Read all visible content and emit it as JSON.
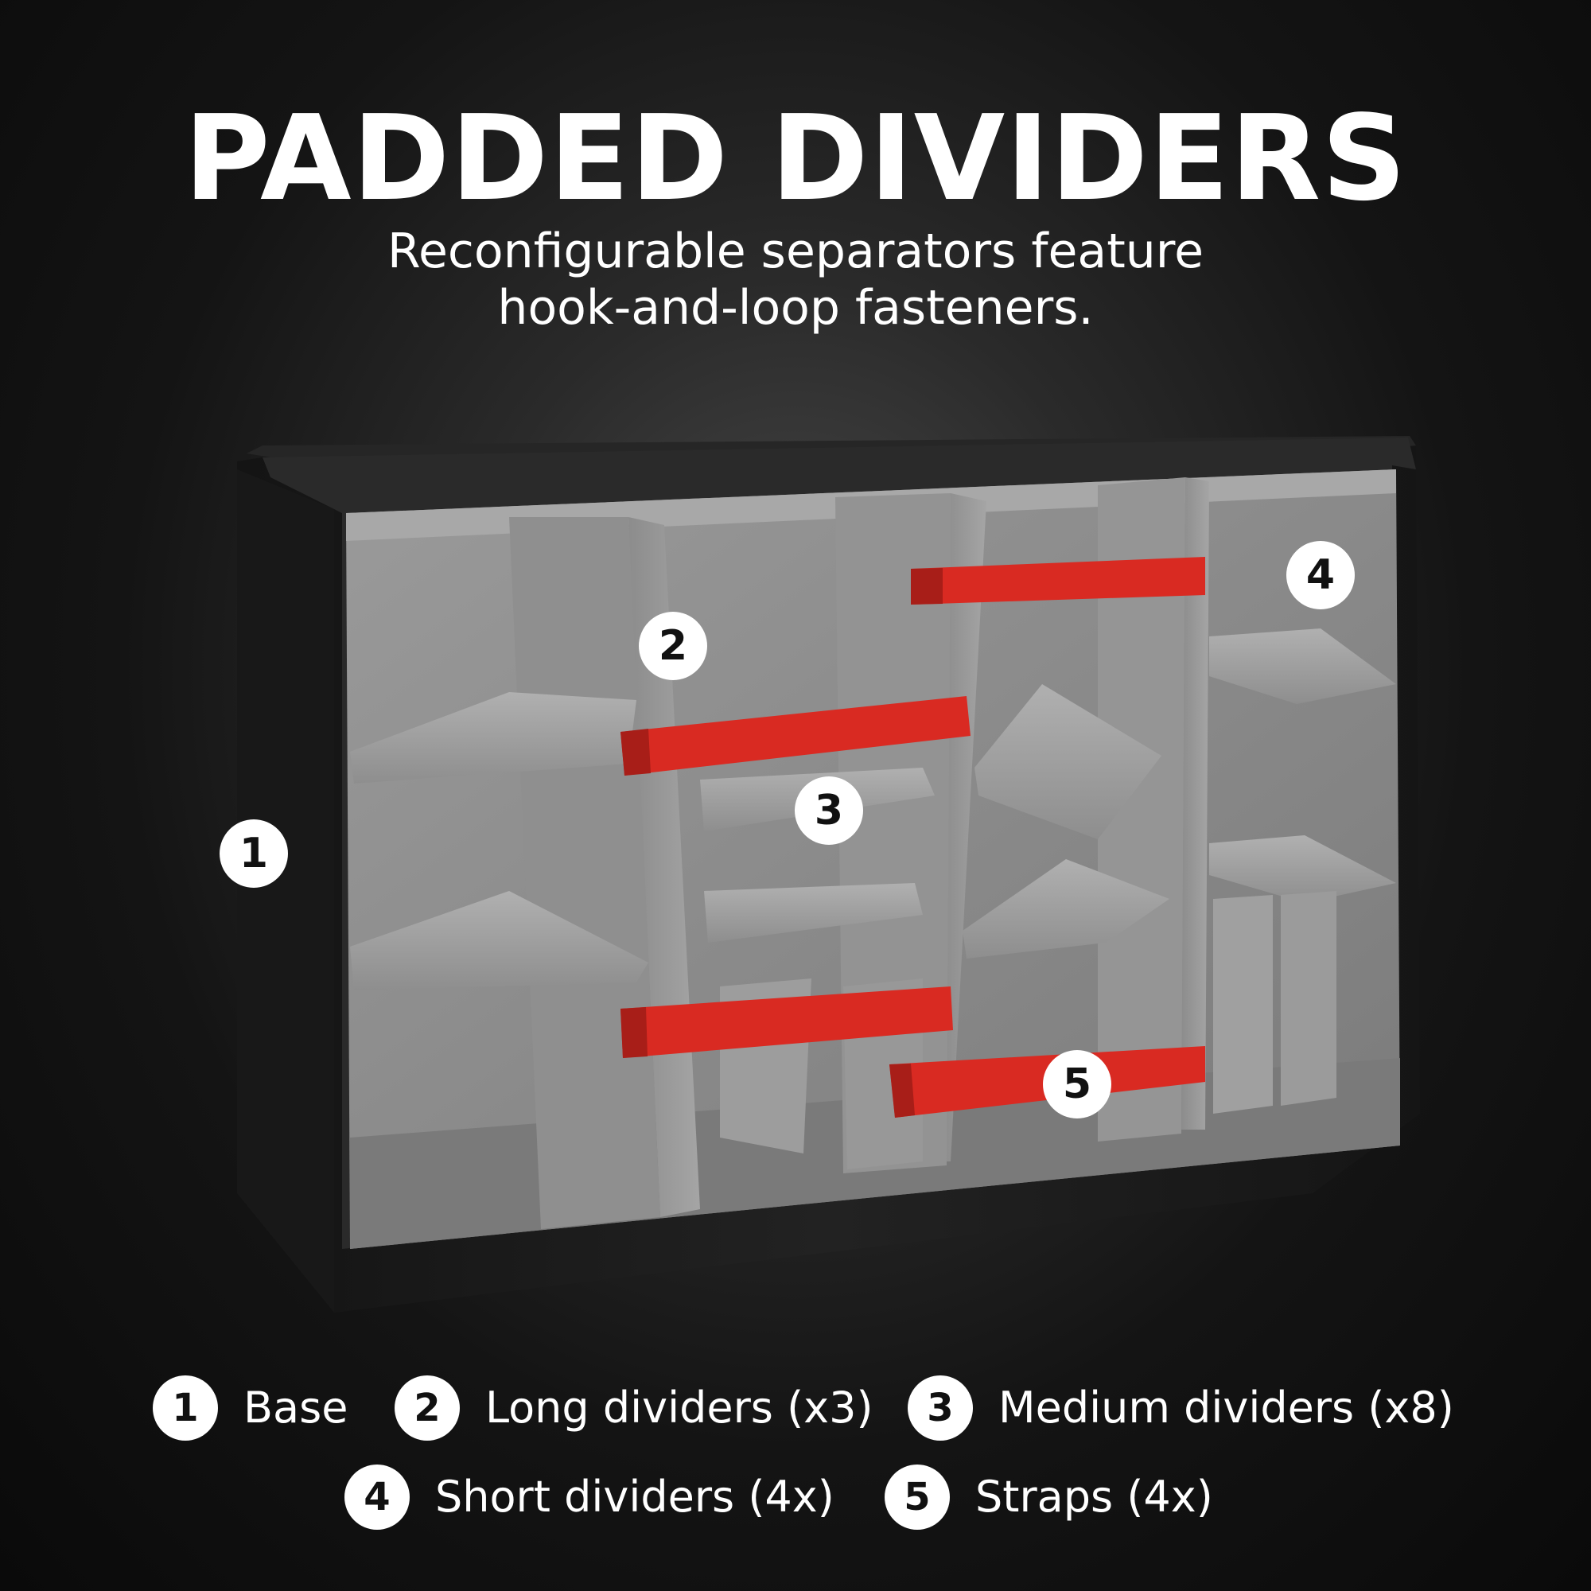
{
  "header": {
    "title": "PADDED DIVIDERS",
    "subtitle_line1": "Reconfigurable separators feature",
    "subtitle_line2": "hook-and-loop fasteners."
  },
  "callouts": [
    "1",
    "2",
    "3",
    "4",
    "5"
  ],
  "legend": [
    {
      "number": "1",
      "label": "Base"
    },
    {
      "number": "2",
      "label": "Long dividers (x3)"
    },
    {
      "number": "3",
      "label": "Medium dividers (x8)"
    },
    {
      "number": "4",
      "label": "Short dividers (4x)"
    },
    {
      "number": "5",
      "label": "Straps (4x)"
    }
  ],
  "colors": {
    "background": "#111111",
    "case_shell": "#1a1a1a",
    "foam": "#8a8a8a",
    "strap": "#d92a22",
    "text": "#ffffff"
  }
}
